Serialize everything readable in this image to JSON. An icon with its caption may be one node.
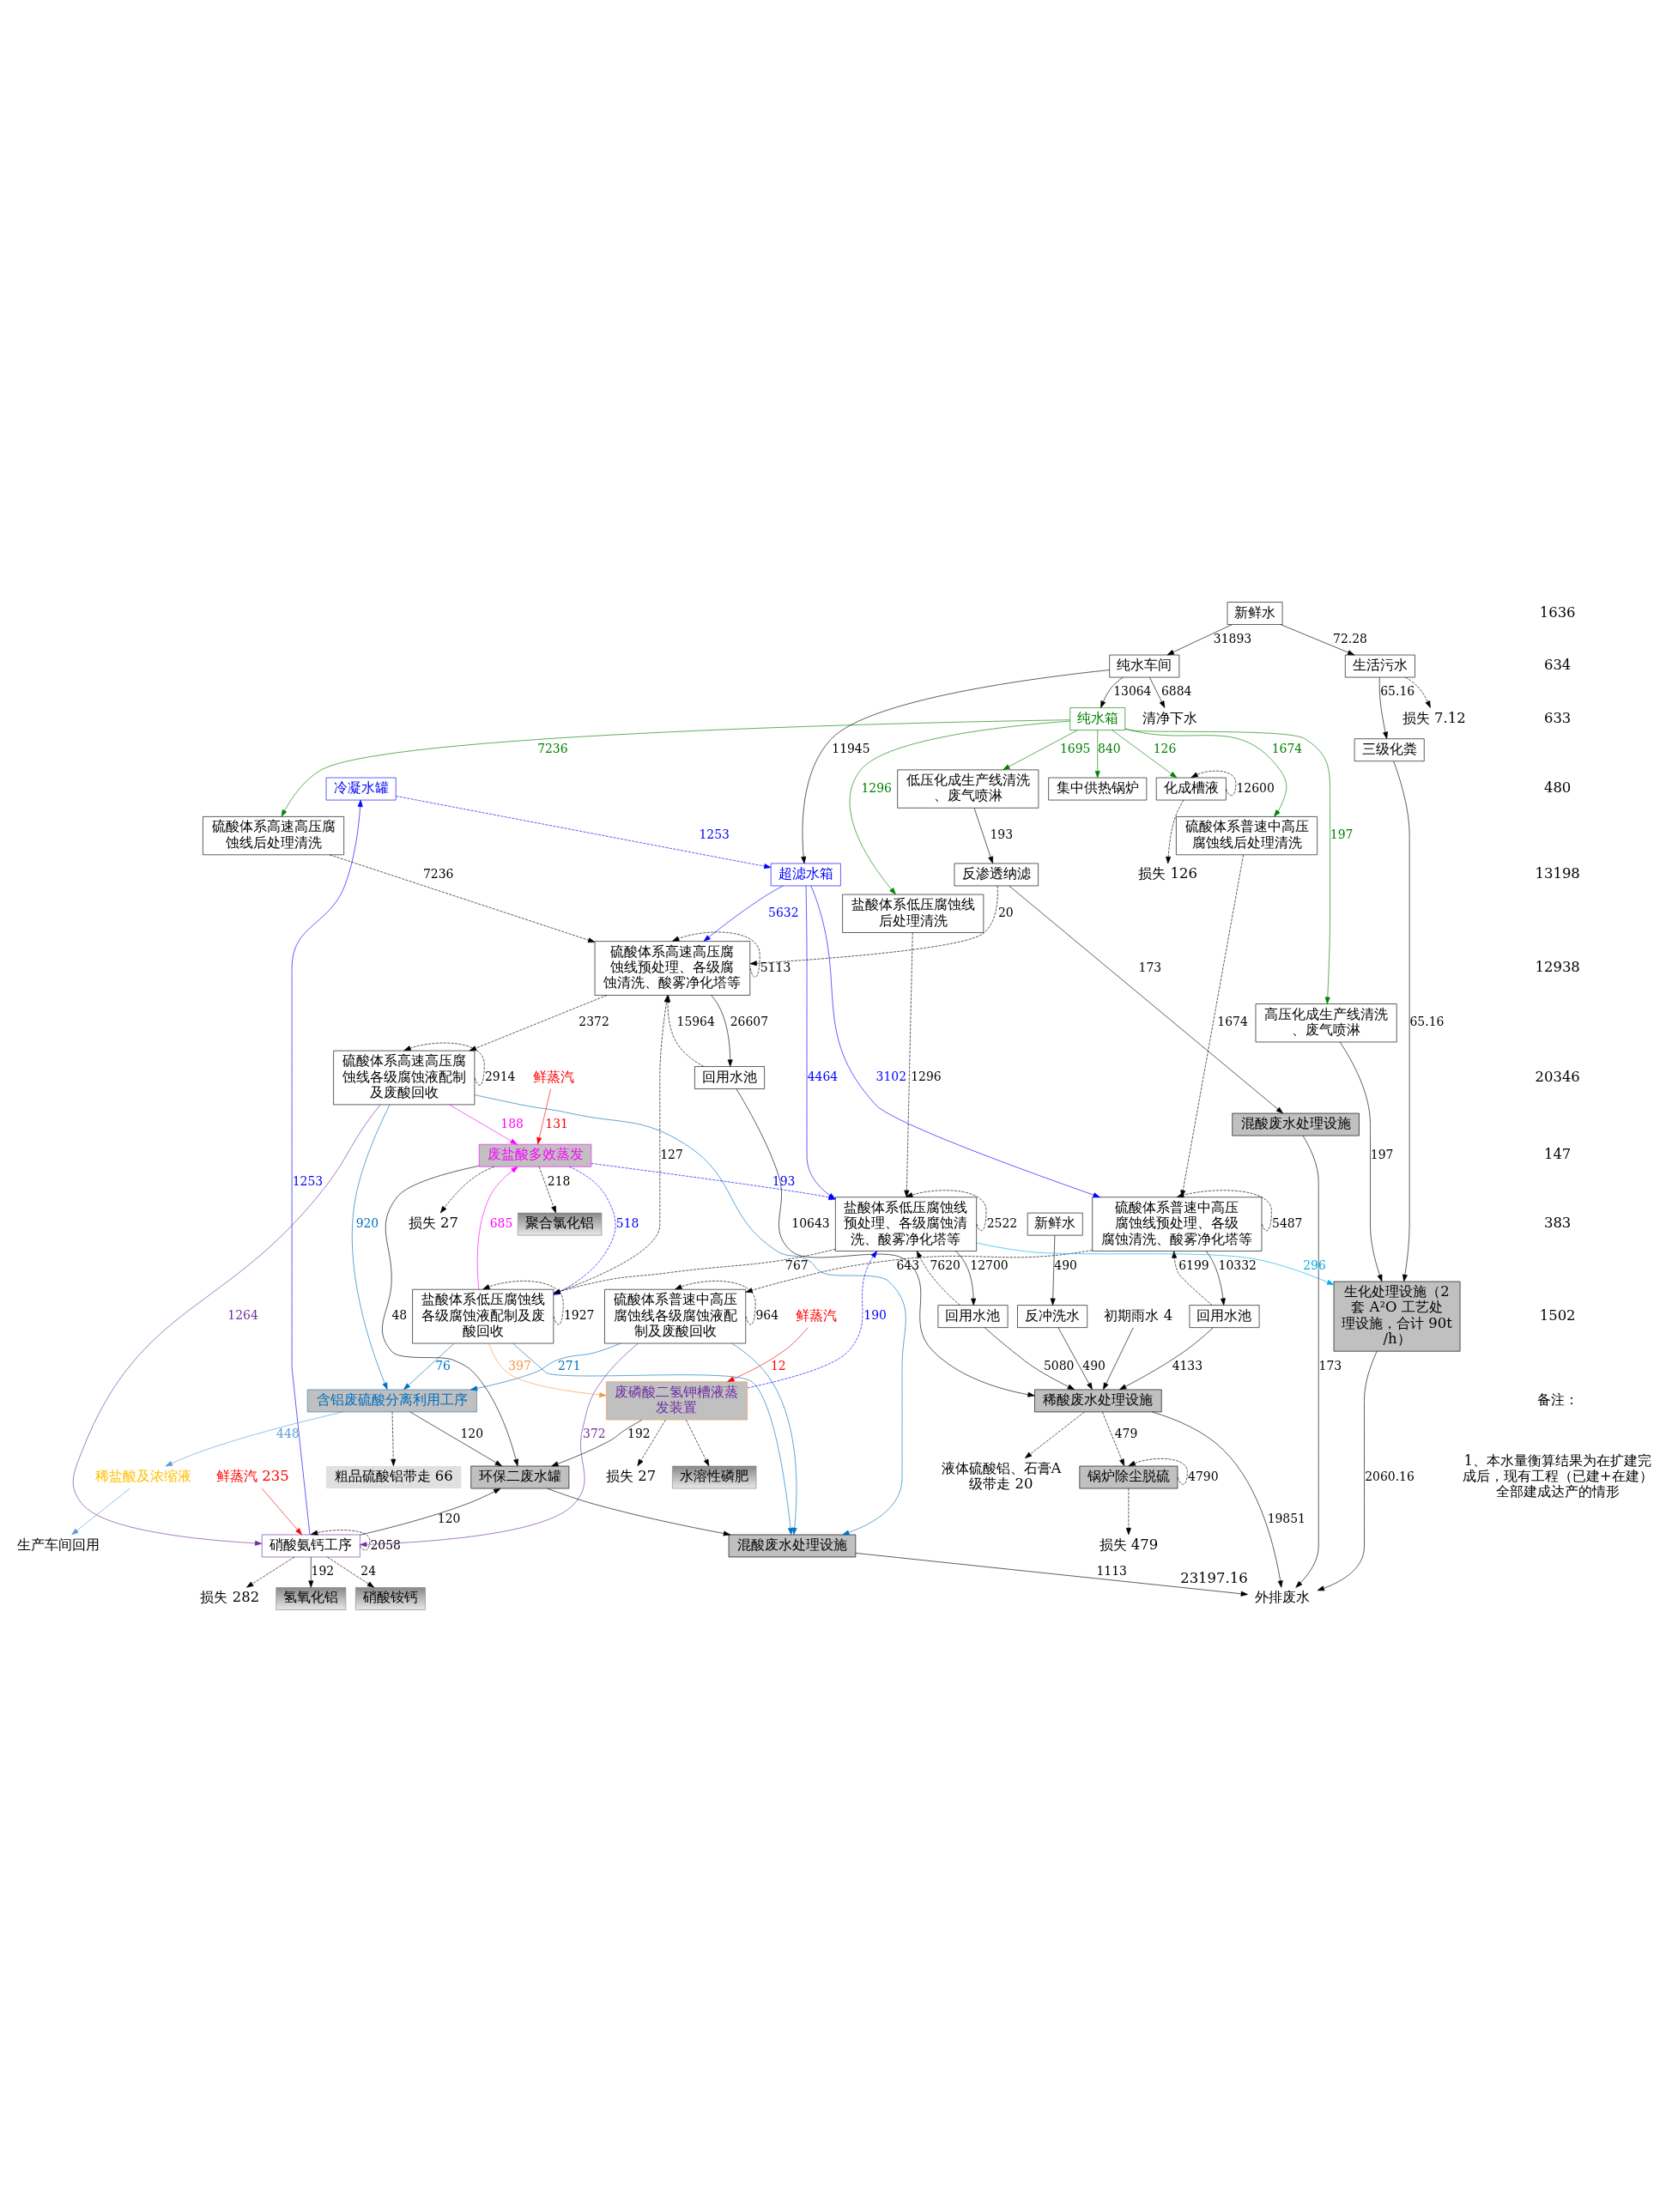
{
  "diagram": {
    "nodes": [
      {
        "text": [
          "冷凝水罐"
        ]
      },
      {
        "text": [
          "鲜蒸汽 235"
        ]
      },
      {
        "text": [
          "硝酸氨钙工序"
        ]
      },
      {
        "text": [
          "氢氧化铝"
        ]
      },
      {
        "text": [
          "硝酸铵钙"
        ]
      },
      {
        "text": [
          "损失 282"
        ]
      },
      {
        "text": [
          "硫酸体系高速高压腐蚀线各级腐蚀液配制及废酸回收"
        ]
      },
      {
        "text": [
          "硫酸体系高速高压腐蚀线预处理、各级腐蚀清洗、酸雾净化塔等"
        ]
      },
      {
        "text": [
          "回用水池"
        ]
      },
      {
        "text": [
          "反冲洗水"
        ]
      },
      {
        "text": [
          "新鲜水"
        ]
      },
      {
        "text": [
          "生产车间回用"
        ]
      },
      {
        "text": [
          "硫酸体系高速高压腐蚀线后处理清洗"
        ]
      },
      {
        "text": [
          "含铝废硫酸分离利用工序"
        ]
      },
      {
        "text": [
          "稀盐酸及浓缩液"
        ]
      },
      {
        "text": [
          "粗品硫酸铝带走 66"
        ]
      },
      {
        "text": [
          "超滤水箱"
        ]
      },
      {
        "text": [
          "硫酸体系普速中高压腐蚀线各级腐蚀液配制及废酸回收"
        ]
      },
      {
        "text": [
          "硫酸体系普速中高压腐蚀线预处理、各级腐蚀清洗、酸雾净化塔等"
        ]
      },
      {
        "text": [
          "回用水池"
        ]
      },
      {
        "text": [
          "鲜蒸汽"
        ]
      },
      {
        "text": [
          "废磷酸二氢钾槽液蒸发装置"
        ]
      },
      {
        "text": [
          "水溶性磷肥"
        ]
      },
      {
        "text": [
          "纯水箱"
        ]
      },
      {
        "text": [
          "化成槽液"
        ]
      },
      {
        "text": [
          "损失 126"
        ]
      },
      {
        "text": [
          "硫酸体系普速中高压腐蚀线后处理清洗"
        ]
      },
      {
        "text": [
          "损失 27"
        ]
      },
      {
        "text": [
          "鲜蒸汽"
        ]
      },
      {
        "text": [
          "盐酸体系低压腐蚀线各级腐蚀液配制及废酸回收"
        ]
      },
      {
        "text": [
          "废盐酸多效蒸发"
        ]
      },
      {
        "text": [
          "聚合氯化铝"
        ]
      },
      {
        "text": [
          "环保二废水罐"
        ]
      },
      {
        "text": [
          "纯水车间"
        ]
      },
      {
        "text": [
          "盐酸体系低压腐蚀线预处理、各级腐蚀清洗、酸雾净化塔等"
        ]
      },
      {
        "text": [
          "回用水池"
        ]
      },
      {
        "text": [
          "损失 27"
        ]
      },
      {
        "text": [
          "损失 479"
        ]
      },
      {
        "text": [
          "锅炉除尘脱硫"
        ]
      },
      {
        "text": [
          "混酸废水处理设施"
        ]
      },
      {
        "text": [
          "盐酸体系低压腐蚀线后处理清洗"
        ]
      },
      {
        "text": [
          "清净下水"
        ]
      },
      {
        "text": [
          "新鲜水"
        ]
      },
      {
        "text": [
          "初期雨水 4"
        ]
      },
      {
        "text": [
          "低压化成生产线清洗、废气喷淋"
        ]
      },
      {
        "text": [
          "反渗透纳滤"
        ]
      },
      {
        "text": [
          "稀酸废水处理设施"
        ]
      },
      {
        "text": [
          "液体硫酸铝、石膏A级带走 20"
        ]
      },
      {
        "text": [
          "混酸废水处理设施"
        ]
      },
      {
        "text": [
          "高压化成生产线清洗、废气喷淋"
        ]
      },
      {
        "text": [
          "损失 7.12"
        ]
      },
      {
        "text": [
          "集中供热锅炉"
        ]
      },
      {
        "text": [
          "生化处理设施（2 套 A²O 工艺处理设施，合计 90t/h）"
        ]
      },
      {
        "text": [
          "生活污水"
        ]
      },
      {
        "text": [
          "三级化粪"
        ]
      },
      {
        "text": [
          "外排废水"
        ],
        "beside": [
          "23197.16"
        ]
      }
    ],
    "edges": [
      {
        "from": 2,
        "to": 0,
        "arrow": "to",
        "label": "1253",
        "color": "#0000ff"
      },
      {
        "from": 0,
        "to": 16,
        "arrow": "to",
        "label": "1253",
        "color": "#0000ff",
        "style": "dashed"
      },
      {
        "from": 1,
        "to": 2,
        "arrow": "to",
        "color": "#ff0000"
      },
      {
        "from": 2,
        "to": 2,
        "arrow": "to",
        "label": "2058",
        "style": "dashed"
      },
      {
        "from": 2,
        "to": 3,
        "arrow": "to",
        "label": "192"
      },
      {
        "from": 2,
        "to": 4,
        "arrow": "to",
        "label": "24",
        "style": "dashed"
      },
      {
        "from": 2,
        "to": 5,
        "arrow": "to",
        "style": "dashed"
      },
      {
        "from": 6,
        "to": 6,
        "arrow": "to",
        "label": "2914",
        "style": "dashed"
      },
      {
        "from": 6,
        "to": 2,
        "arrow": "to",
        "label": "1264",
        "color": "#7030a0"
      },
      {
        "from": 17,
        "to": 2,
        "arrow": "to",
        "label": "372",
        "color": "#7030a0"
      },
      {
        "from": 6,
        "to": 13,
        "arrow": "to",
        "label": "920",
        "color": "#0070c0"
      },
      {
        "from": 17,
        "to": 13,
        "arrow": "to",
        "label": "271",
        "color": "#0070c0"
      },
      {
        "from": 29,
        "to": 13,
        "arrow": "to",
        "label": "76",
        "color": "#0070c0"
      },
      {
        "from": 6,
        "to": 39,
        "arrow": "to",
        "color": "#0070c0"
      },
      {
        "from": 17,
        "to": 39,
        "arrow": "to",
        "color": "#0070c0"
      },
      {
        "from": 29,
        "to": 39,
        "arrow": "to",
        "color": "#0070c0"
      },
      {
        "from": 6,
        "to": 30,
        "arrow": "to",
        "label": "188",
        "color": "#ff00ff"
      },
      {
        "from": 29,
        "to": 30,
        "arrow": "to",
        "label": "685",
        "color": "#ff00ff"
      },
      {
        "from": 7,
        "to": 7,
        "arrow": "to",
        "label": "5113",
        "style": "dashed"
      },
      {
        "from": 7,
        "to": 6,
        "arrow": "to",
        "label": "2372",
        "style": "dashed"
      },
      {
        "from": 7,
        "to": 8,
        "arrow": "to",
        "label": "26607"
      },
      {
        "from": 8,
        "to": 7,
        "arrow": "to",
        "label": "15964",
        "style": "dashed"
      },
      {
        "from": 8,
        "to": 46,
        "arrow": "to",
        "label": "10643"
      },
      {
        "from": 9,
        "to": 46,
        "arrow": "to",
        "label": "490"
      },
      {
        "from": 19,
        "to": 46,
        "arrow": "to",
        "label": "4133"
      },
      {
        "from": 35,
        "to": 46,
        "arrow": "to",
        "label": "5080"
      },
      {
        "from": 10,
        "to": 9,
        "arrow": "to",
        "label": "490"
      },
      {
        "from": 13,
        "to": 14,
        "arrow": "to",
        "label": "448",
        "color": "#5b9bd5"
      },
      {
        "from": 14,
        "to": 11,
        "arrow": "to",
        "color": "#5b9bd5"
      },
      {
        "from": 13,
        "to": 15,
        "arrow": "to",
        "style": "dashed"
      },
      {
        "from": 13,
        "to": 32,
        "arrow": "to",
        "label": "120"
      },
      {
        "from": 2,
        "to": 32,
        "arrow": "to",
        "label": "120"
      },
      {
        "from": 21,
        "to": 32,
        "arrow": "to",
        "label": "192"
      },
      {
        "from": 30,
        "to": 32,
        "arrow": "to",
        "label": "48"
      },
      {
        "from": 12,
        "to": 7,
        "arrow": "to",
        "label": "7236",
        "style": "dashed"
      },
      {
        "from": 16,
        "to": 7,
        "arrow": "to",
        "label": "5632",
        "color": "#0000ff"
      },
      {
        "from": 16,
        "to": 18,
        "arrow": "to",
        "label": "3102",
        "color": "#0000ff"
      },
      {
        "from": 16,
        "to": 34,
        "arrow": "to",
        "label": "4464",
        "color": "#0000ff"
      },
      {
        "from": 33,
        "to": 16,
        "arrow": "to",
        "label": "11945"
      },
      {
        "from": 33,
        "to": 23,
        "arrow": "to",
        "label": "13064"
      },
      {
        "from": 23,
        "to": 12,
        "arrow": "to",
        "label": "7236",
        "color": "#008000"
      },
      {
        "from": 23,
        "to": 26,
        "arrow": "to",
        "label": "1674",
        "color": "#008000"
      },
      {
        "from": 23,
        "to": 40,
        "arrow": "to",
        "label": "1296",
        "color": "#008000"
      },
      {
        "from": 23,
        "to": 44,
        "arrow": "to",
        "label": "1695",
        "color": "#008000"
      },
      {
        "from": 23,
        "to": 49,
        "arrow": "to",
        "label": "197",
        "color": "#008000"
      },
      {
        "from": 23,
        "to": 51,
        "arrow": "to",
        "label": "840",
        "color": "#008000"
      },
      {
        "from": 23,
        "to": 24,
        "arrow": "to",
        "label": "126",
        "color": "#008000"
      },
      {
        "from": 24,
        "to": 24,
        "arrow": "to",
        "label": "12600",
        "style": "dashed"
      },
      {
        "from": 24,
        "to": 25,
        "arrow": "to",
        "style": "dashed"
      },
      {
        "from": 17,
        "to": 17,
        "arrow": "to",
        "label": "964",
        "style": "dashed"
      },
      {
        "from": 18,
        "to": 18,
        "arrow": "to",
        "label": "5487",
        "style": "dashed"
      },
      {
        "from": 18,
        "to": 17,
        "arrow": "to",
        "label": "643",
        "style": "dashed"
      },
      {
        "from": 18,
        "to": 19,
        "arrow": "to",
        "label": "10332"
      },
      {
        "from": 19,
        "to": 18,
        "arrow": "to",
        "label": "6199",
        "style": "dashed"
      },
      {
        "from": 26,
        "to": 18,
        "arrow": "to",
        "label": "1674",
        "style": "dashed"
      },
      {
        "from": 20,
        "to": 21,
        "arrow": "to",
        "label": "12",
        "color": "#ff0000"
      },
      {
        "from": 21,
        "to": 22,
        "arrow": "to",
        "style": "dashed"
      },
      {
        "from": 21,
        "to": 27,
        "arrow": "to",
        "style": "dashed"
      },
      {
        "from": 21,
        "to": 34,
        "arrow": "to",
        "label": "190",
        "color": "#0000ff",
        "style": "dashed"
      },
      {
        "from": 30,
        "to": 34,
        "arrow": "to",
        "label": "193",
        "color": "#0000ff",
        "style": "dashed"
      },
      {
        "from": 30,
        "to": 29,
        "arrow": "to",
        "label": "518",
        "color": "#0000ff",
        "style": "dashed"
      },
      {
        "from": 28,
        "to": 30,
        "arrow": "to",
        "label": "131",
        "color": "#ff0000"
      },
      {
        "from": 30,
        "to": 31,
        "arrow": "to",
        "label": "218",
        "style": "dashed"
      },
      {
        "from": 30,
        "to": 36,
        "arrow": "to",
        "style": "dashed"
      },
      {
        "from": 29,
        "to": 29,
        "arrow": "to",
        "label": "1927",
        "style": "dashed"
      },
      {
        "from": 34,
        "to": 34,
        "arrow": "to",
        "label": "2522",
        "style": "dashed"
      },
      {
        "from": 34,
        "to": 29,
        "arrow": "to",
        "label": "767",
        "style": "dashed"
      },
      {
        "from": 34,
        "to": 35,
        "arrow": "to",
        "label": "12700"
      },
      {
        "from": 35,
        "to": 34,
        "arrow": "to",
        "label": "7620",
        "style": "dashed"
      },
      {
        "from": 29,
        "to": 21,
        "arrow": "to",
        "label": "397",
        "color": "#f79646"
      },
      {
        "from": 29,
        "to": 7,
        "arrow": "to",
        "label": "127",
        "style": "dashed"
      },
      {
        "from": 45,
        "to": 7,
        "arrow": "to",
        "label": "20",
        "style": "dashed"
      },
      {
        "from": 34,
        "to": 52,
        "arrow": "to",
        "label": "296",
        "color": "#00b0f0"
      },
      {
        "from": 40,
        "to": 34,
        "arrow": "to",
        "label": "1296",
        "style": "dashed"
      },
      {
        "from": 42,
        "to": 33,
        "arrow": "to",
        "label": "31893"
      },
      {
        "from": 33,
        "to": 41,
        "arrow": "to",
        "label": "6884"
      },
      {
        "from": 42,
        "to": 53,
        "arrow": "to",
        "label": "72.28"
      },
      {
        "from": 53,
        "to": 50,
        "arrow": "to",
        "style": "dashed"
      },
      {
        "from": 53,
        "to": 54,
        "arrow": "to",
        "label": "65.16"
      },
      {
        "from": 54,
        "to": 52,
        "arrow": "to",
        "label": "65.16"
      },
      {
        "from": 49,
        "to": 52,
        "arrow": "to",
        "label": "197"
      },
      {
        "from": 44,
        "to": 45,
        "arrow": "to",
        "label": "193"
      },
      {
        "from": 45,
        "to": 48,
        "arrow": "to",
        "label": "173"
      },
      {
        "from": 48,
        "to": 55,
        "arrow": "to",
        "label": "173"
      },
      {
        "from": 52,
        "to": 55,
        "arrow": "to",
        "label": "2060.16"
      },
      {
        "from": 46,
        "to": 55,
        "arrow": "to",
        "label": "19851"
      },
      {
        "from": 39,
        "to": 55,
        "arrow": "to",
        "label": "1113"
      },
      {
        "from": 46,
        "to": 47,
        "arrow": "to",
        "style": "dashed"
      },
      {
        "from": 32,
        "to": 39,
        "arrow": "to"
      },
      {
        "from": 38,
        "to": 37,
        "arrow": "to",
        "style": "dashed"
      },
      {
        "from": 38,
        "to": 38,
        "arrow": "to",
        "label": "4790",
        "style": "dashed"
      },
      {
        "from": 46,
        "to": 38,
        "arrow": "to",
        "label": "479",
        "style": "dashed"
      },
      {
        "from": 43,
        "to": 46,
        "arrow": "to"
      }
    ],
    "labels": [
      "1636",
      "634",
      "633",
      "480",
      "13198",
      "12938",
      "20346",
      "147",
      "383",
      "1502",
      "备注：",
      "1、本水量衡算结果为在扩建完成后，现有工程（已建+在建）全部建成达产的情形"
    ]
  }
}
